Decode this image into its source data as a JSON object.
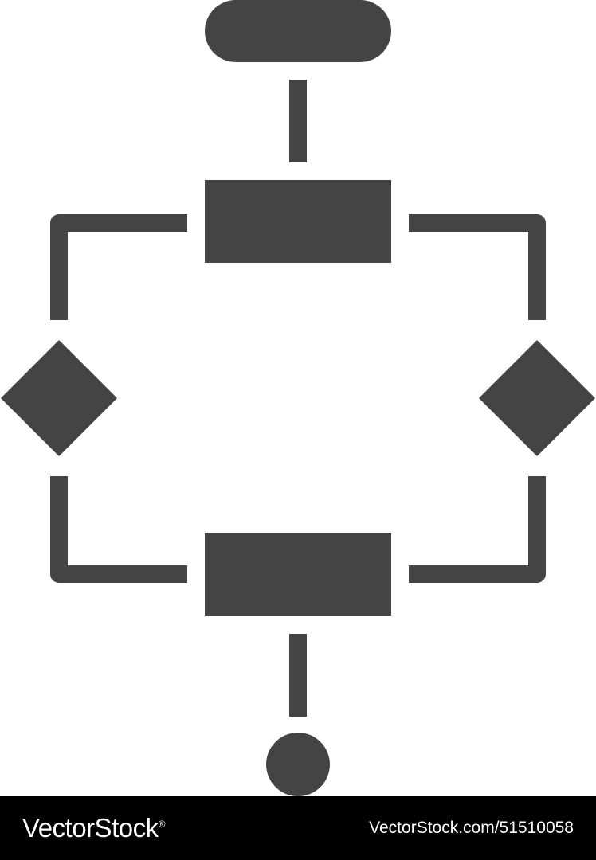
{
  "icon": {
    "name": "flowchart-icon",
    "fill_color": "#444444",
    "background_color": "#ffffff",
    "shapes": [
      {
        "name": "start-terminal",
        "kind": "rounded-rect"
      },
      {
        "name": "top-process-box",
        "kind": "rect"
      },
      {
        "name": "left-decision-diamond",
        "kind": "diamond"
      },
      {
        "name": "right-decision-diamond",
        "kind": "diamond"
      },
      {
        "name": "bottom-process-box",
        "kind": "rect"
      },
      {
        "name": "end-circle",
        "kind": "circle"
      }
    ]
  },
  "footer": {
    "background_color": "#000000",
    "brand": "VectorStock",
    "brand_trademark": "®",
    "stock_id": "VectorStock.com/51510058"
  }
}
